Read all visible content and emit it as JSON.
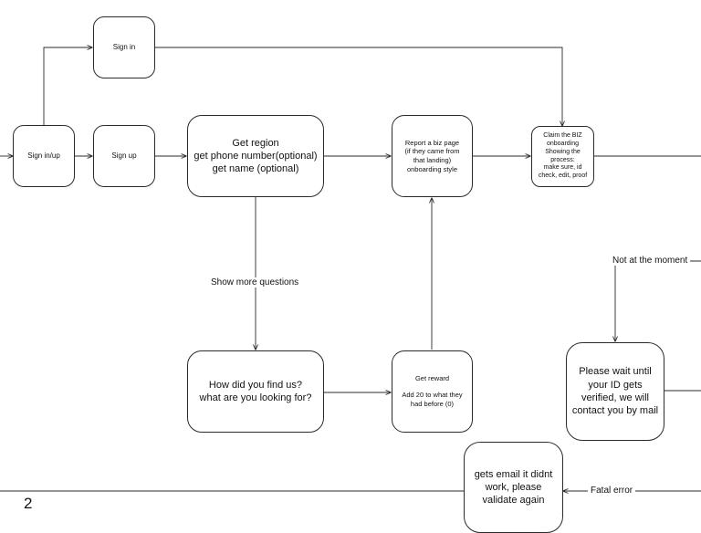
{
  "nodes": {
    "sign_in": "Sign in",
    "sign_in_up": "Sign in/up",
    "sign_up": "Sign up",
    "get_region": "Get region\nget phone number(optional)\nget name (optional)",
    "report_biz": "Report a biz page\n(if they came from\nthat landing)\nonboarding style",
    "claim_biz": "Claim the BIZ\nonboarding\nShowing the\nprocess:\nmake sure, id\ncheck, edit, proof",
    "how_find": "How did you find us?\nwhat are you looking for?",
    "get_reward_title": "Get reward",
    "get_reward_body": "Add 20 to what they\nhad before (0)",
    "please_wait": "Please wait until\nyour ID gets\nverified, we will\ncontact you by mail",
    "email_failed": "gets email it didnt\nwork, please\nvalidate again"
  },
  "edge_labels": {
    "show_more": "Show more questions",
    "not_now": "Not at the moment",
    "fatal_error": "Fatal error"
  },
  "page_number": "2"
}
